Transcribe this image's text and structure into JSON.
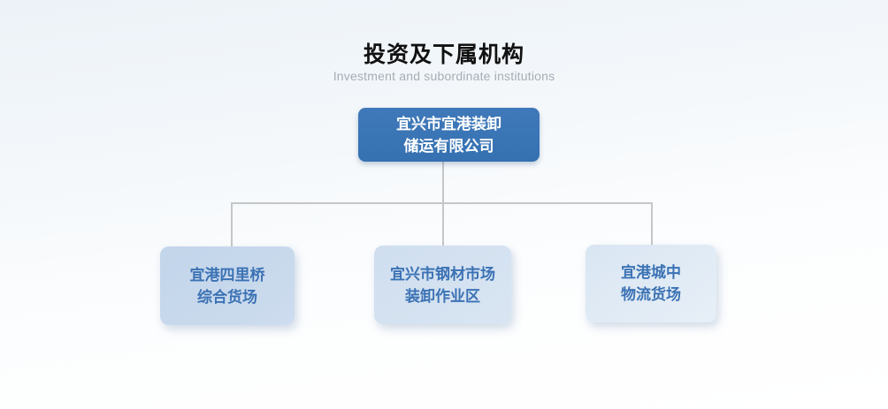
{
  "page": {
    "title": "投资及下属机构",
    "subtitle": "Investment and subordinate institutions"
  },
  "org_chart": {
    "root": {
      "line1": "宜兴市宜港装卸",
      "line2": "储运有限公司"
    },
    "children": [
      {
        "line1": "宜港四里桥",
        "line2": "综合货场"
      },
      {
        "line1": "宜兴市钢材市场",
        "line2": "装卸作业区"
      },
      {
        "line1": "宜港城中",
        "line2": "物流货场"
      }
    ]
  },
  "colors": {
    "root_node_bg": "#3a74b4",
    "root_node_text": "#ffffff",
    "child_node_bg_left": "#c6d8ec",
    "child_node_bg_middle": "#d3e0ef",
    "child_node_bg_right": "#dde8f3",
    "child_node_text": "#3b72b4",
    "connector_line": "#c6c6c6",
    "title_text": "#111111",
    "subtitle_text": "#a5adb5",
    "background_top": "#ecf2f8",
    "background_bottom": "#ffffff"
  }
}
